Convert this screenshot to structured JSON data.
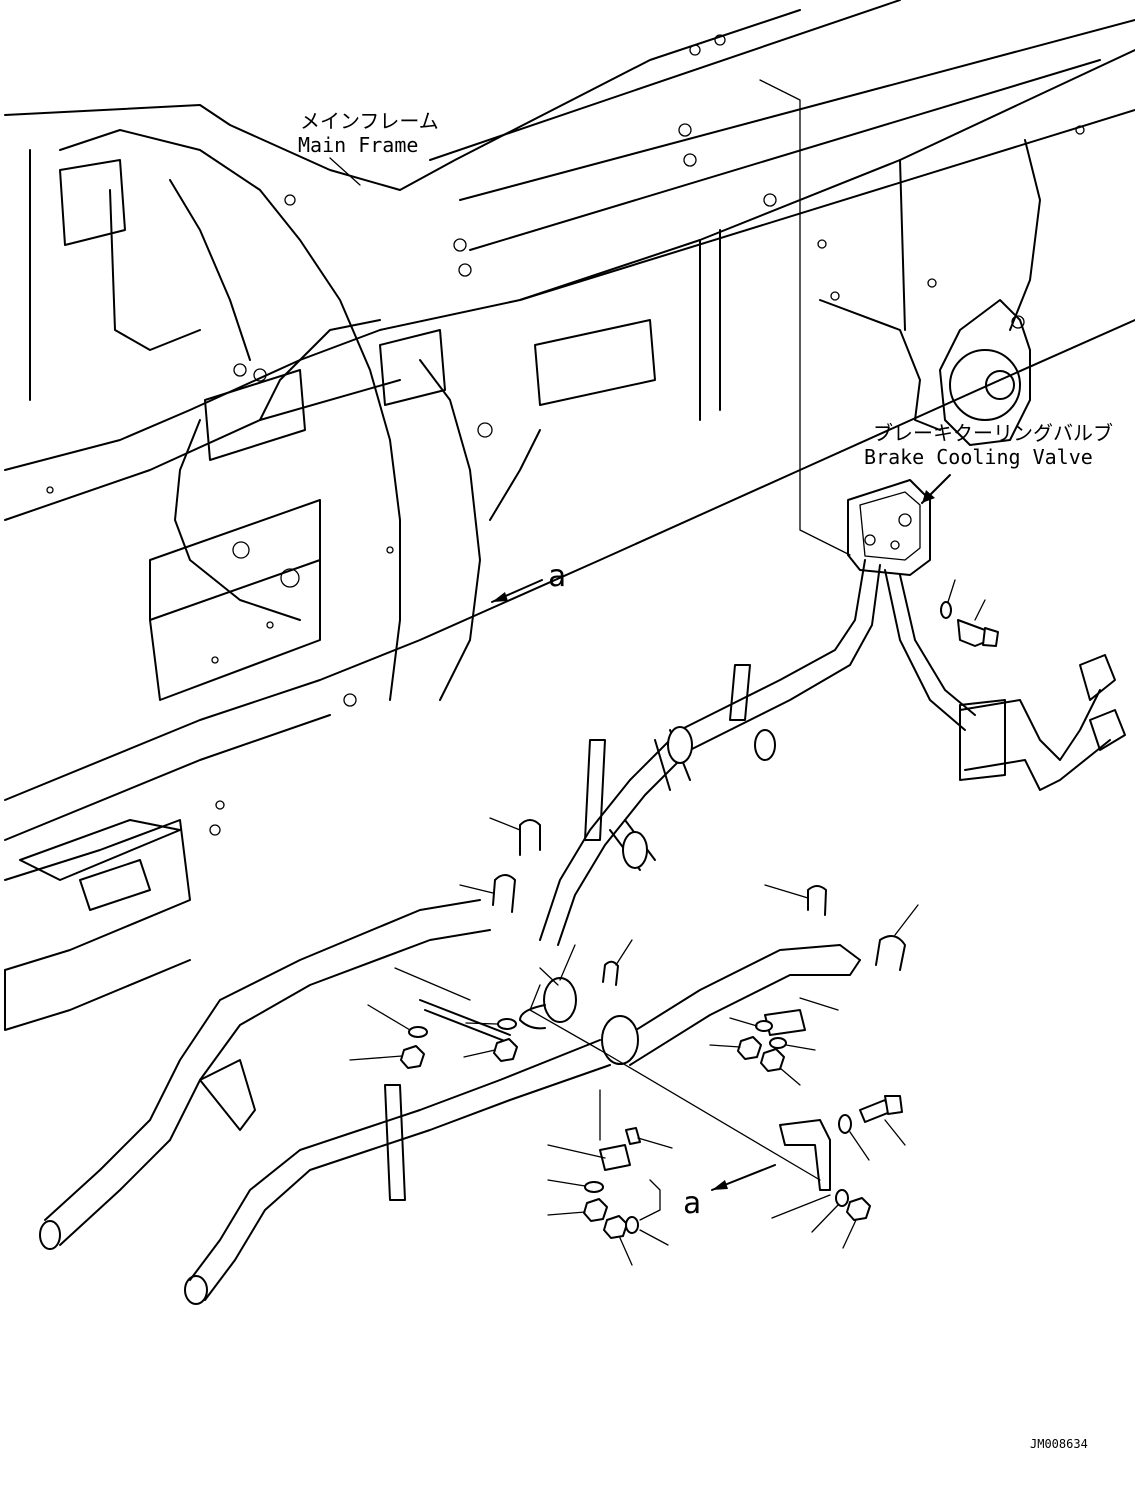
{
  "labels": {
    "main_frame_jp": "メインフレーム",
    "main_frame_en": "Main Frame",
    "brake_valve_jp": "ブレーキクーリングバルブ",
    "brake_valve_en": "Brake Cooling Valve",
    "view_marker_1": "a",
    "view_marker_2": "a",
    "drawing_number": "JM008634"
  }
}
